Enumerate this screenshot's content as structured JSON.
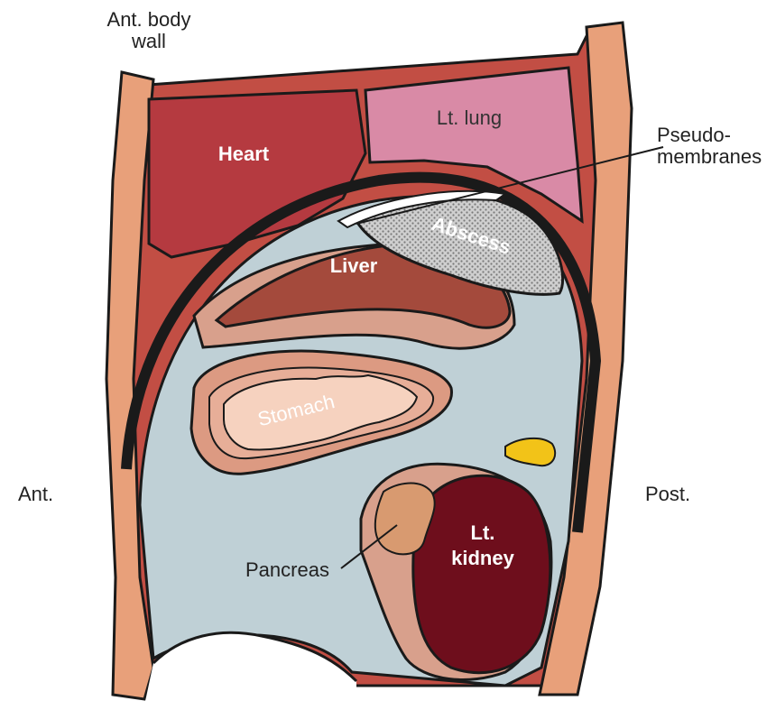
{
  "labels": {
    "ant_body_wall_1": "Ant. body",
    "ant_body_wall_2": "wall",
    "pseudo_1": "Pseudo-",
    "pseudo_2": "membranes",
    "ant": "Ant.",
    "post": "Post.",
    "pancreas": "Pancreas",
    "heart": "Heart",
    "lung": "Lt. lung",
    "abscess": "Abscess",
    "liver": "Liver",
    "stomach": "Stomach",
    "kidney_1": "Lt.",
    "kidney_2": "kidney"
  },
  "colors": {
    "body_wall": "#e8a07a",
    "muscle": "#c24e44",
    "heart": "#b53a40",
    "lung": "#d98aa6",
    "peritoneum": "#bfd0d6",
    "liver": "#a44a3c",
    "stomach_wall": "#dc9a82",
    "stomach_lumen": "#f6d2bf",
    "abscess": "#c8c8c8",
    "pancreas": "#d89a70",
    "kidney": "#6e0e1c",
    "fat": "#f2c318",
    "outline": "#1a1a1a"
  }
}
